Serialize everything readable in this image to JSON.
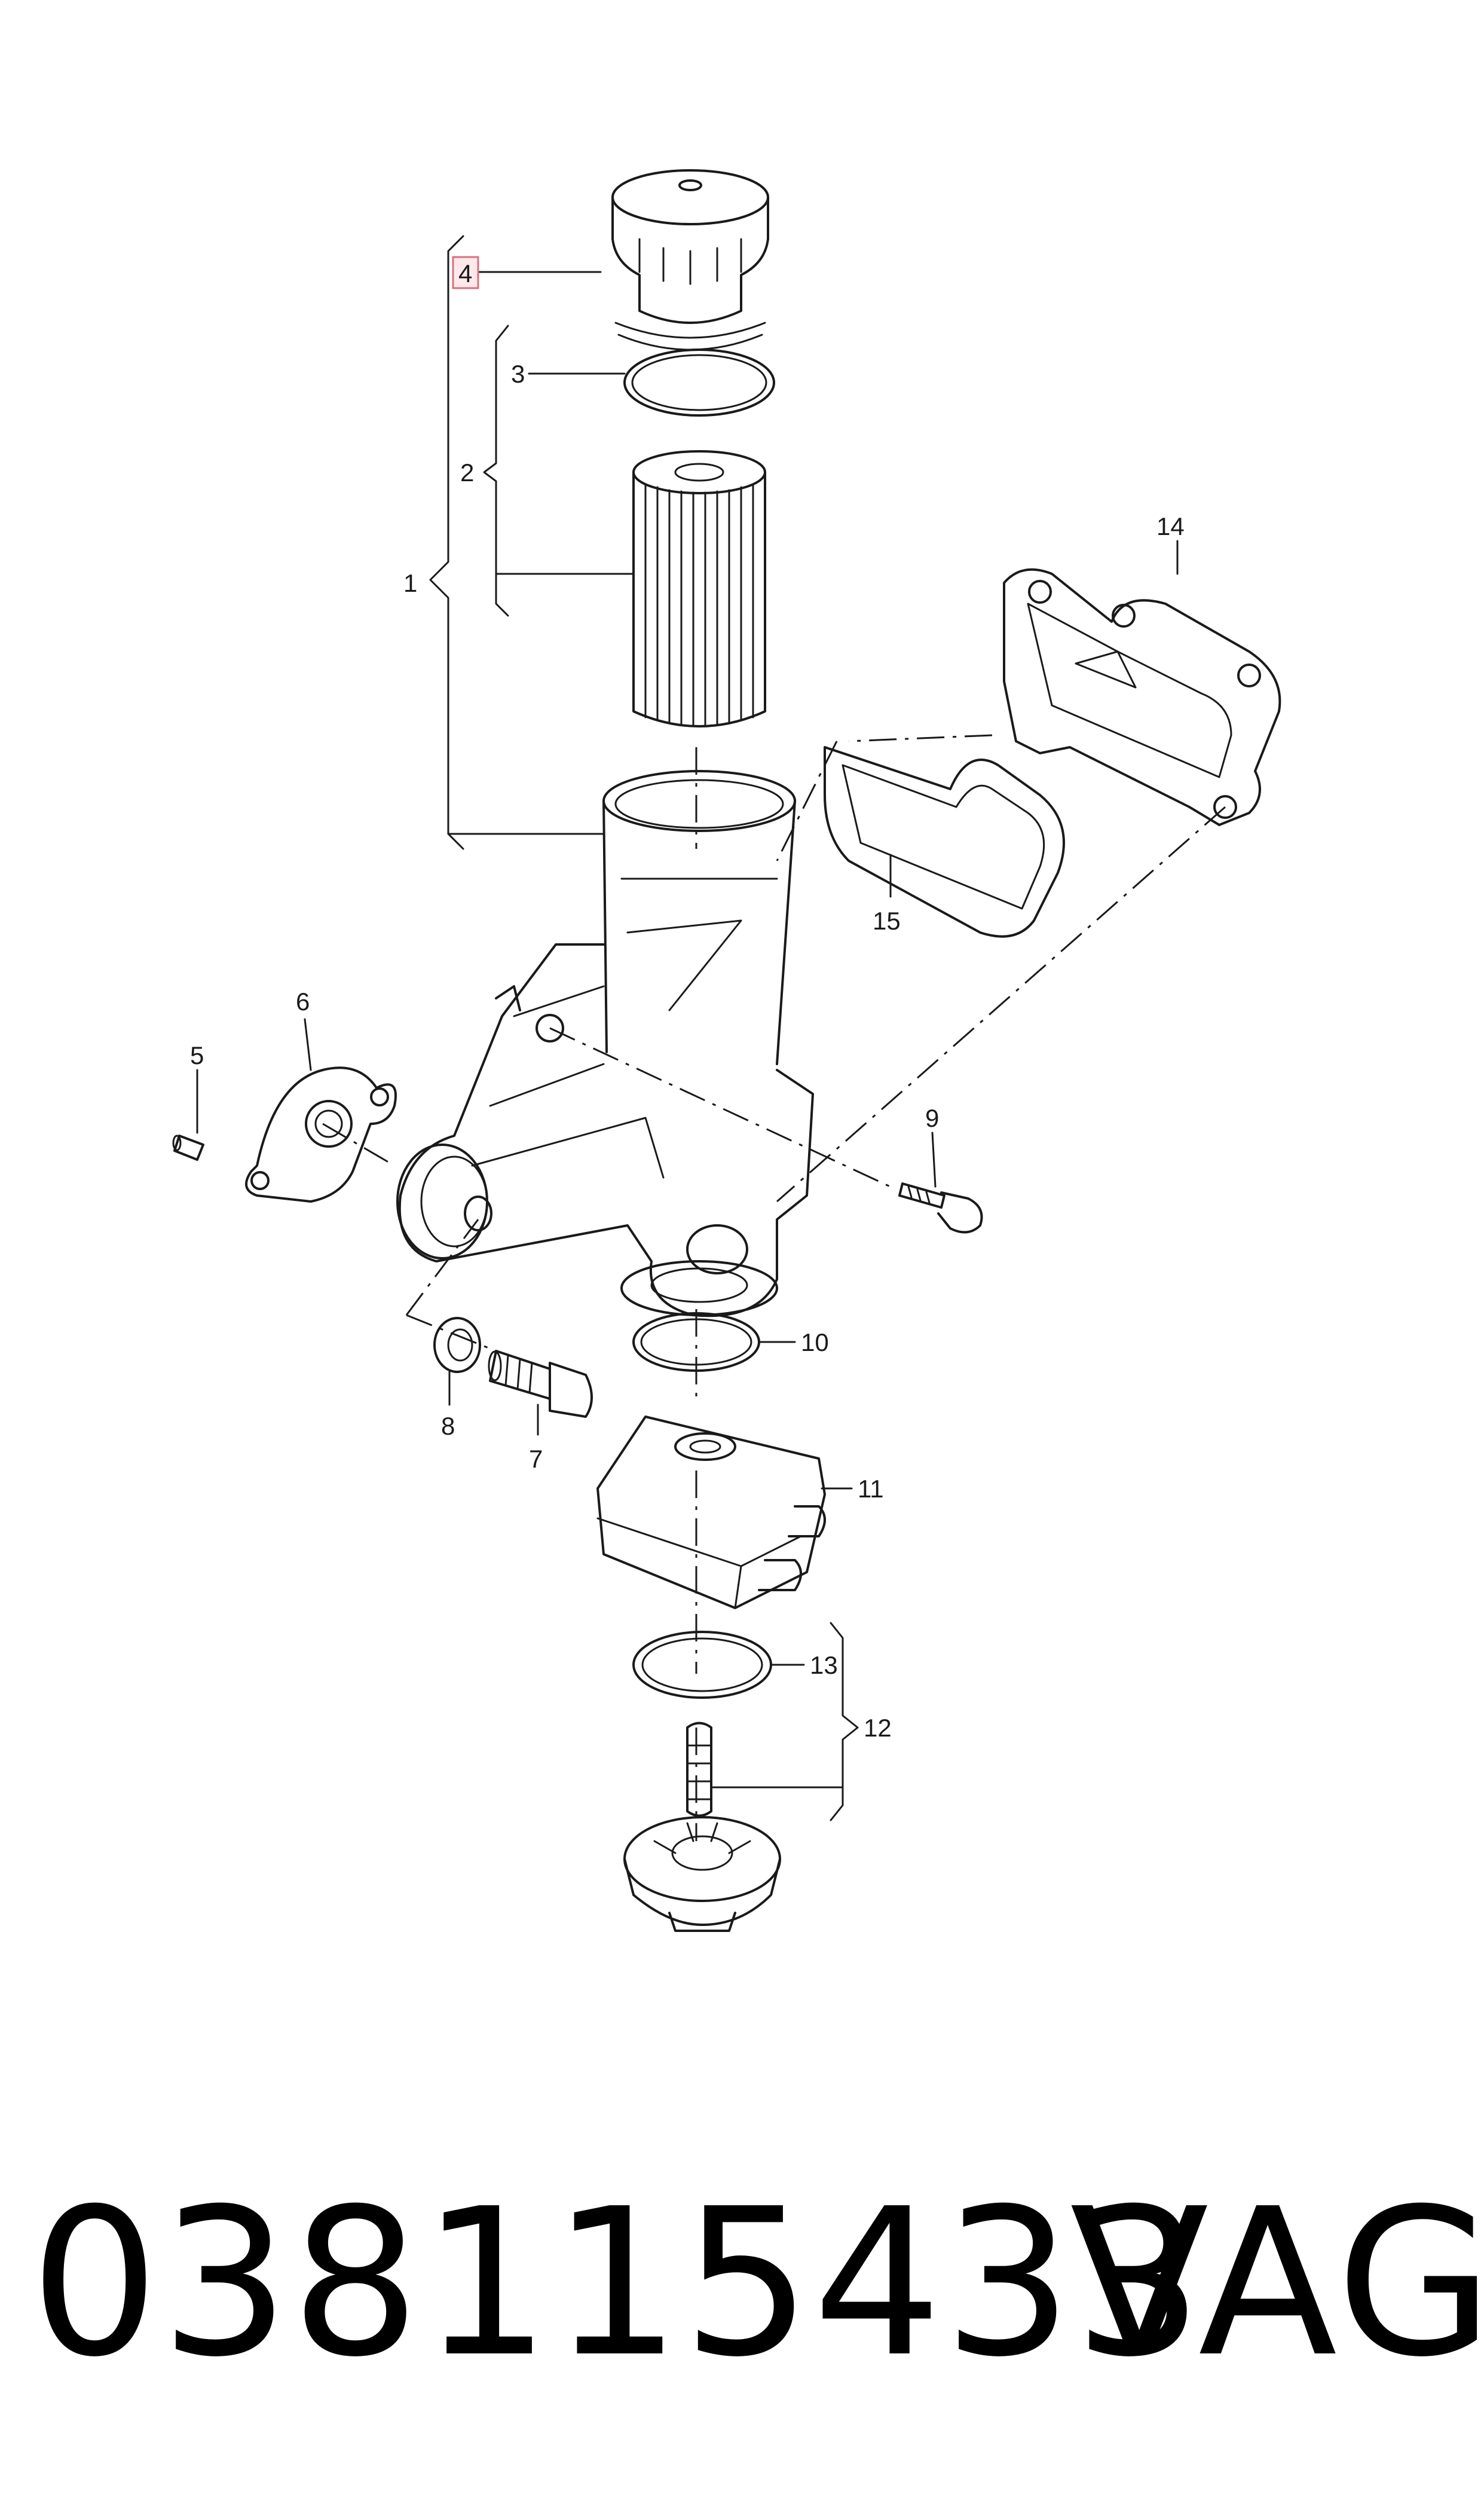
{
  "diagram": {
    "callouts": [
      {
        "id": "1",
        "text": "1"
      },
      {
        "id": "2",
        "text": "2"
      },
      {
        "id": "3",
        "text": "3"
      },
      {
        "id": "4",
        "text": "4",
        "highlighted": true
      },
      {
        "id": "5",
        "text": "5"
      },
      {
        "id": "6",
        "text": "6"
      },
      {
        "id": "7",
        "text": "7"
      },
      {
        "id": "8",
        "text": "8"
      },
      {
        "id": "9",
        "text": "9"
      },
      {
        "id": "10",
        "text": "10"
      },
      {
        "id": "11",
        "text": "11"
      },
      {
        "id": "12",
        "text": "12"
      },
      {
        "id": "13",
        "text": "13"
      },
      {
        "id": "14",
        "text": "14"
      },
      {
        "id": "15",
        "text": "15"
      }
    ],
    "highlight_color": "#d9707f"
  },
  "footer": {
    "part_number": "038115433",
    "brand": "VAG"
  }
}
